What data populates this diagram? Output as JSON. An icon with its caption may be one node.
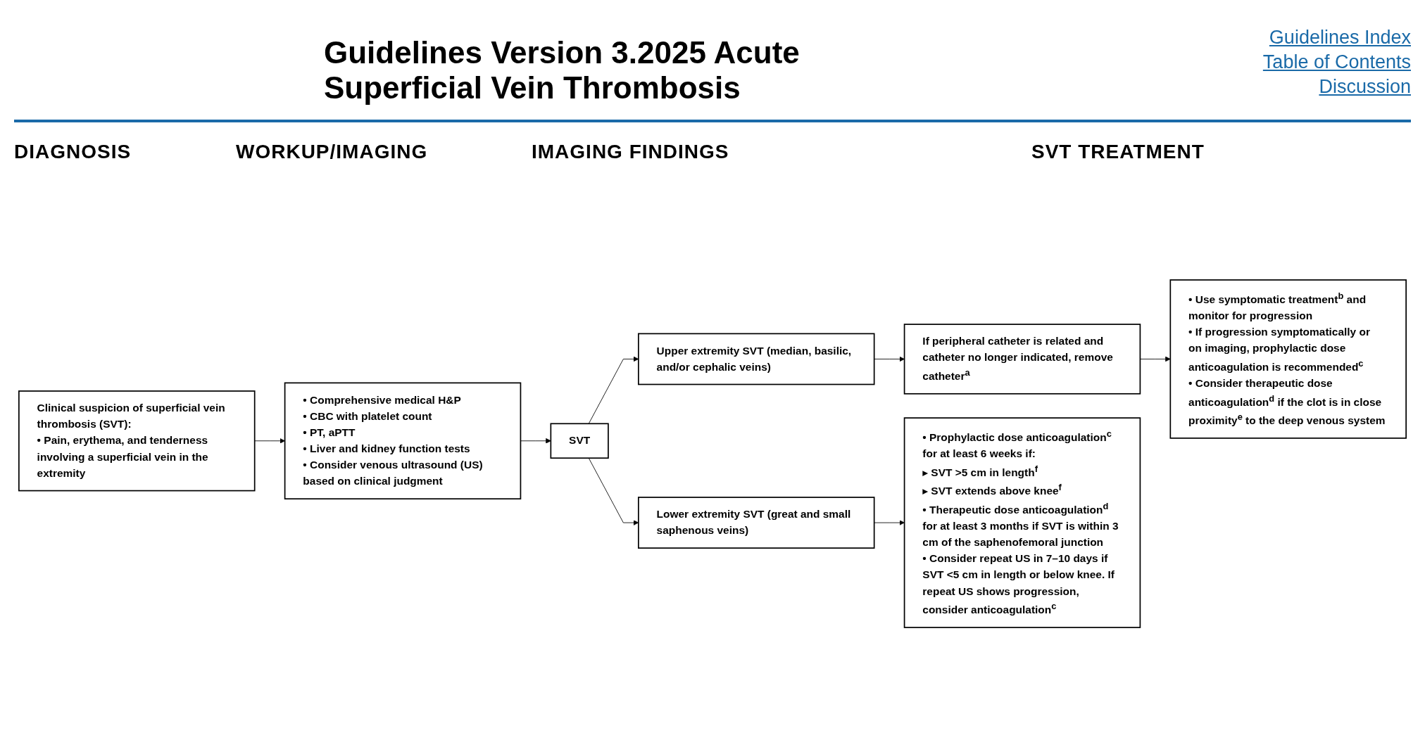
{
  "diagram": {
    "title": "Guidelines Version 3.2025 Acute Superficial Vein Thrombosis",
    "nodes": [
      {
        "text": [
          "Clinical suspicion of superficial vein thrombosis (SVT):",
          "• Pain, erythema, and tenderness involving a superficial vein in the extremity"
        ]
      },
      {
        "text": [
          "• Comprehensive medical H&P",
          "• CBC with platelet count",
          "• PT, aPTT",
          "• Liver and kidney function tests",
          "• Consider venous ultrasound (US) based on clinical judgment"
        ]
      },
      {
        "text": [
          "SVT"
        ]
      },
      {
        "text": [
          "Upper extremity SVT (median, basilic, and/or cephalic veins)"
        ]
      },
      {
        "text": [
          "If peripheral catheter is related and catheter no longer indicated, remove catheter$^{a}$"
        ]
      },
      {
        "text": [
          "• Use symptomatic treatment$^{b}$ and monitor for progression",
          "• If progression symptomatically or on imaging, prophylactic dose anticoagulation is recommended$^{c}$",
          "• Consider therapeutic dose anticoagulation$^{d}$ if the clot is in close proximity$^{e}$ to the deep venous system"
        ]
      },
      {
        "text": [
          "Lower extremity SVT (great and small saphenous veins)"
        ]
      },
      {
        "text": [
          "• Prophylactic dose anticoagulation$^{c}$ for at least 6 weeks if:",
          "▸ SVT >5 cm in length$^{f}$",
          "▸ SVT extends above knee$^{f}$",
          "• Therapeutic dose anticoagulation$^{d}$ for at least 3 months if SVT is within 3 cm of the saphenofemoral junction",
          "• Consider repeat US in 7–10 days if SVT <5 cm in length or below knee. If repeat US shows progression, consider anticoagulation$^{c}$"
        ]
      }
    ],
    "edges": [
      {
        "from": 0,
        "to": 1,
        "arrow": "to"
      },
      {
        "from": 1,
        "to": 2,
        "arrow": "to"
      },
      {
        "from": 2,
        "to": 3,
        "arrow": "to"
      },
      {
        "from": 2,
        "to": 6,
        "arrow": "to"
      },
      {
        "from": 3,
        "to": 4,
        "arrow": "to"
      },
      {
        "from": 4,
        "to": 5,
        "arrow": "to"
      },
      {
        "from": 6,
        "to": 7,
        "arrow": "to"
      }
    ],
    "labels": [
      "Guidelines Index",
      "Table of Contents",
      "Discussion",
      "DIAGNOSIS",
      "WORKUP/IMAGING",
      "IMAGING FINDINGS",
      "SVT TREATMENT"
    ]
  }
}
